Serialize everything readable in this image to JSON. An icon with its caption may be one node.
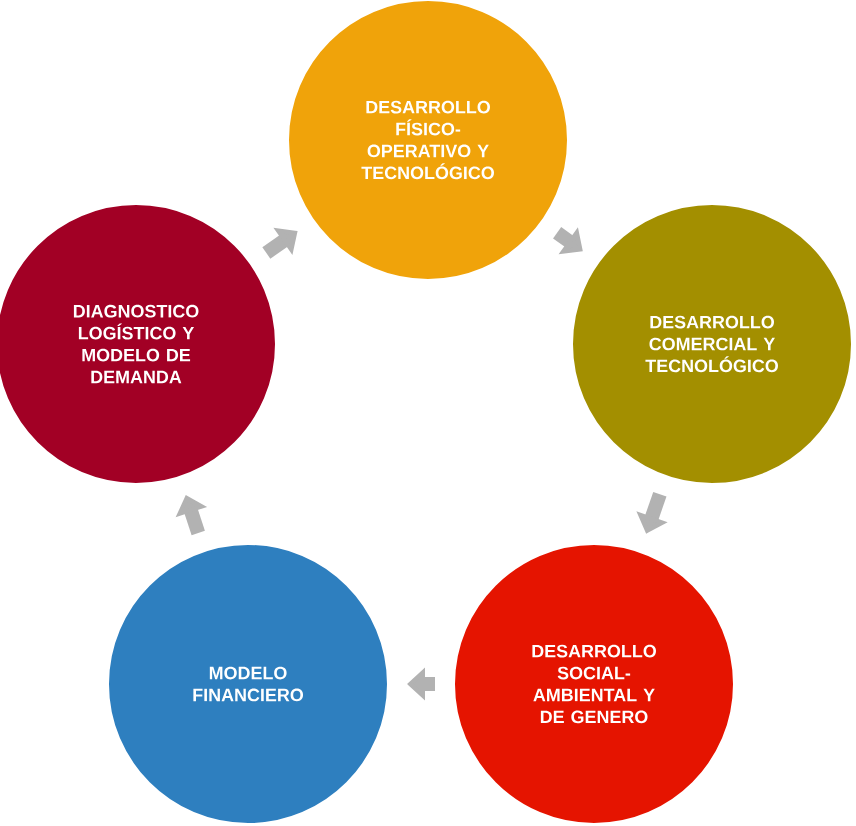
{
  "diagram": {
    "nodes": [
      {
        "text": [
          "DESARROLLO FÍSICO-OPERATIVO Y TECNOLÓGICO"
        ]
      },
      {
        "text": [
          "DESARROLLO COMERCIAL Y TECNOLÓGICO"
        ]
      },
      {
        "text": [
          "DESARROLLO SOCIAL-AMBIENTAL Y DE GENERO"
        ]
      },
      {
        "text": [
          "MODELO FINANCIERO"
        ]
      },
      {
        "text": [
          "DIAGNOSTICO LOGÍSTICO Y MODELO DE DEMANDA"
        ]
      }
    ],
    "edges": [
      {
        "from": 0,
        "to": 1,
        "arrow": "to"
      },
      {
        "from": 1,
        "to": 2,
        "arrow": "to"
      },
      {
        "from": 2,
        "to": 3,
        "arrow": "to"
      },
      {
        "from": 3,
        "to": 4,
        "arrow": "to"
      },
      {
        "from": 4,
        "to": 0,
        "arrow": "to"
      }
    ]
  }
}
